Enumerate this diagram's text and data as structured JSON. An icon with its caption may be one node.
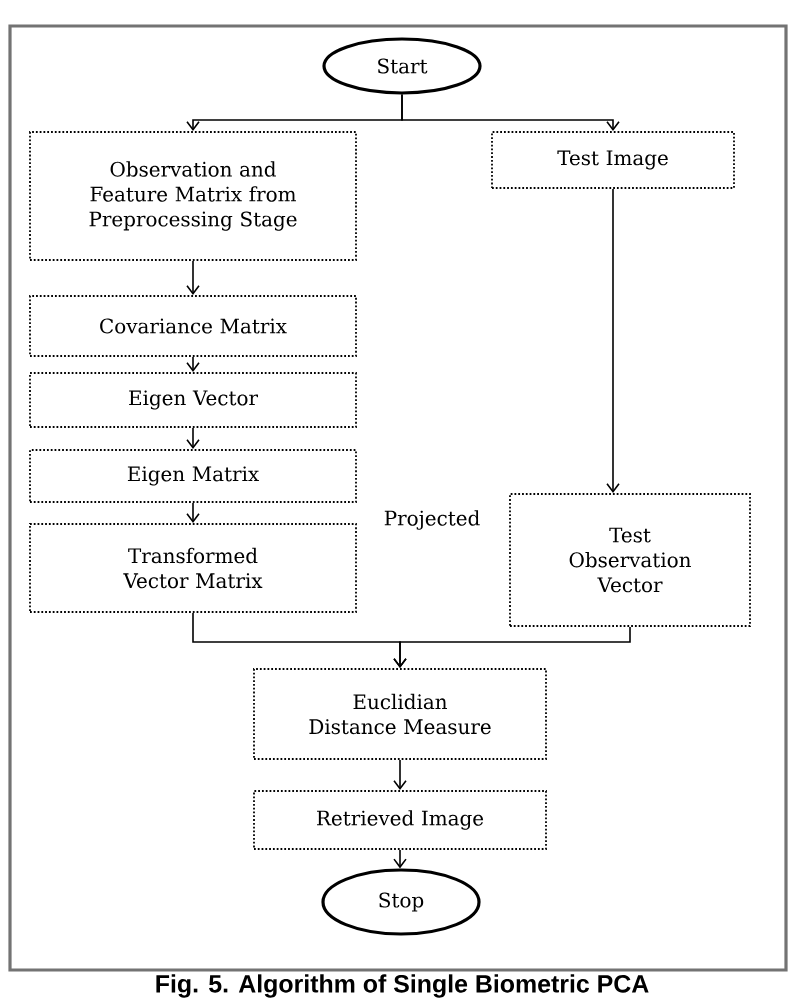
{
  "diagram": {
    "caption": "Fig. 5. Algorithm of Single Biometric PCA",
    "nodes": [
      {
        "text": [
          "Start"
        ]
      },
      {
        "text": [
          "Observation and Feature Matrix from Preprocessing Stage"
        ]
      },
      {
        "text": [
          "Test Image"
        ]
      },
      {
        "text": [
          "Covariance Matrix"
        ]
      },
      {
        "text": [
          "Eigen Vector"
        ]
      },
      {
        "text": [
          "Eigen Matrix"
        ]
      },
      {
        "text": [
          "Transformed Vector Matrix"
        ]
      },
      {
        "text": [
          "Test Observation Vector"
        ]
      },
      {
        "text": [
          "Euclidian Distance Measure"
        ]
      },
      {
        "text": [
          "Retrieved Image"
        ]
      },
      {
        "text": [
          "Stop"
        ]
      }
    ],
    "edges": [
      {
        "from": 0,
        "to": 1,
        "arrow": "to"
      },
      {
        "from": 0,
        "to": 2,
        "arrow": "to"
      },
      {
        "from": 1,
        "to": 3,
        "arrow": "to"
      },
      {
        "from": 3,
        "to": 4,
        "arrow": "to"
      },
      {
        "from": 4,
        "to": 5,
        "arrow": "to"
      },
      {
        "from": 5,
        "to": 6,
        "arrow": "to"
      },
      {
        "from": 2,
        "to": 7,
        "arrow": "to"
      },
      {
        "from": 6,
        "to": 8,
        "arrow": "to"
      },
      {
        "from": 7,
        "to": 8,
        "arrow": "to"
      },
      {
        "from": 8,
        "to": 9,
        "arrow": "to"
      },
      {
        "from": 9,
        "to": 10,
        "arrow": "to"
      }
    ],
    "labels": [
      "Projected"
    ]
  }
}
